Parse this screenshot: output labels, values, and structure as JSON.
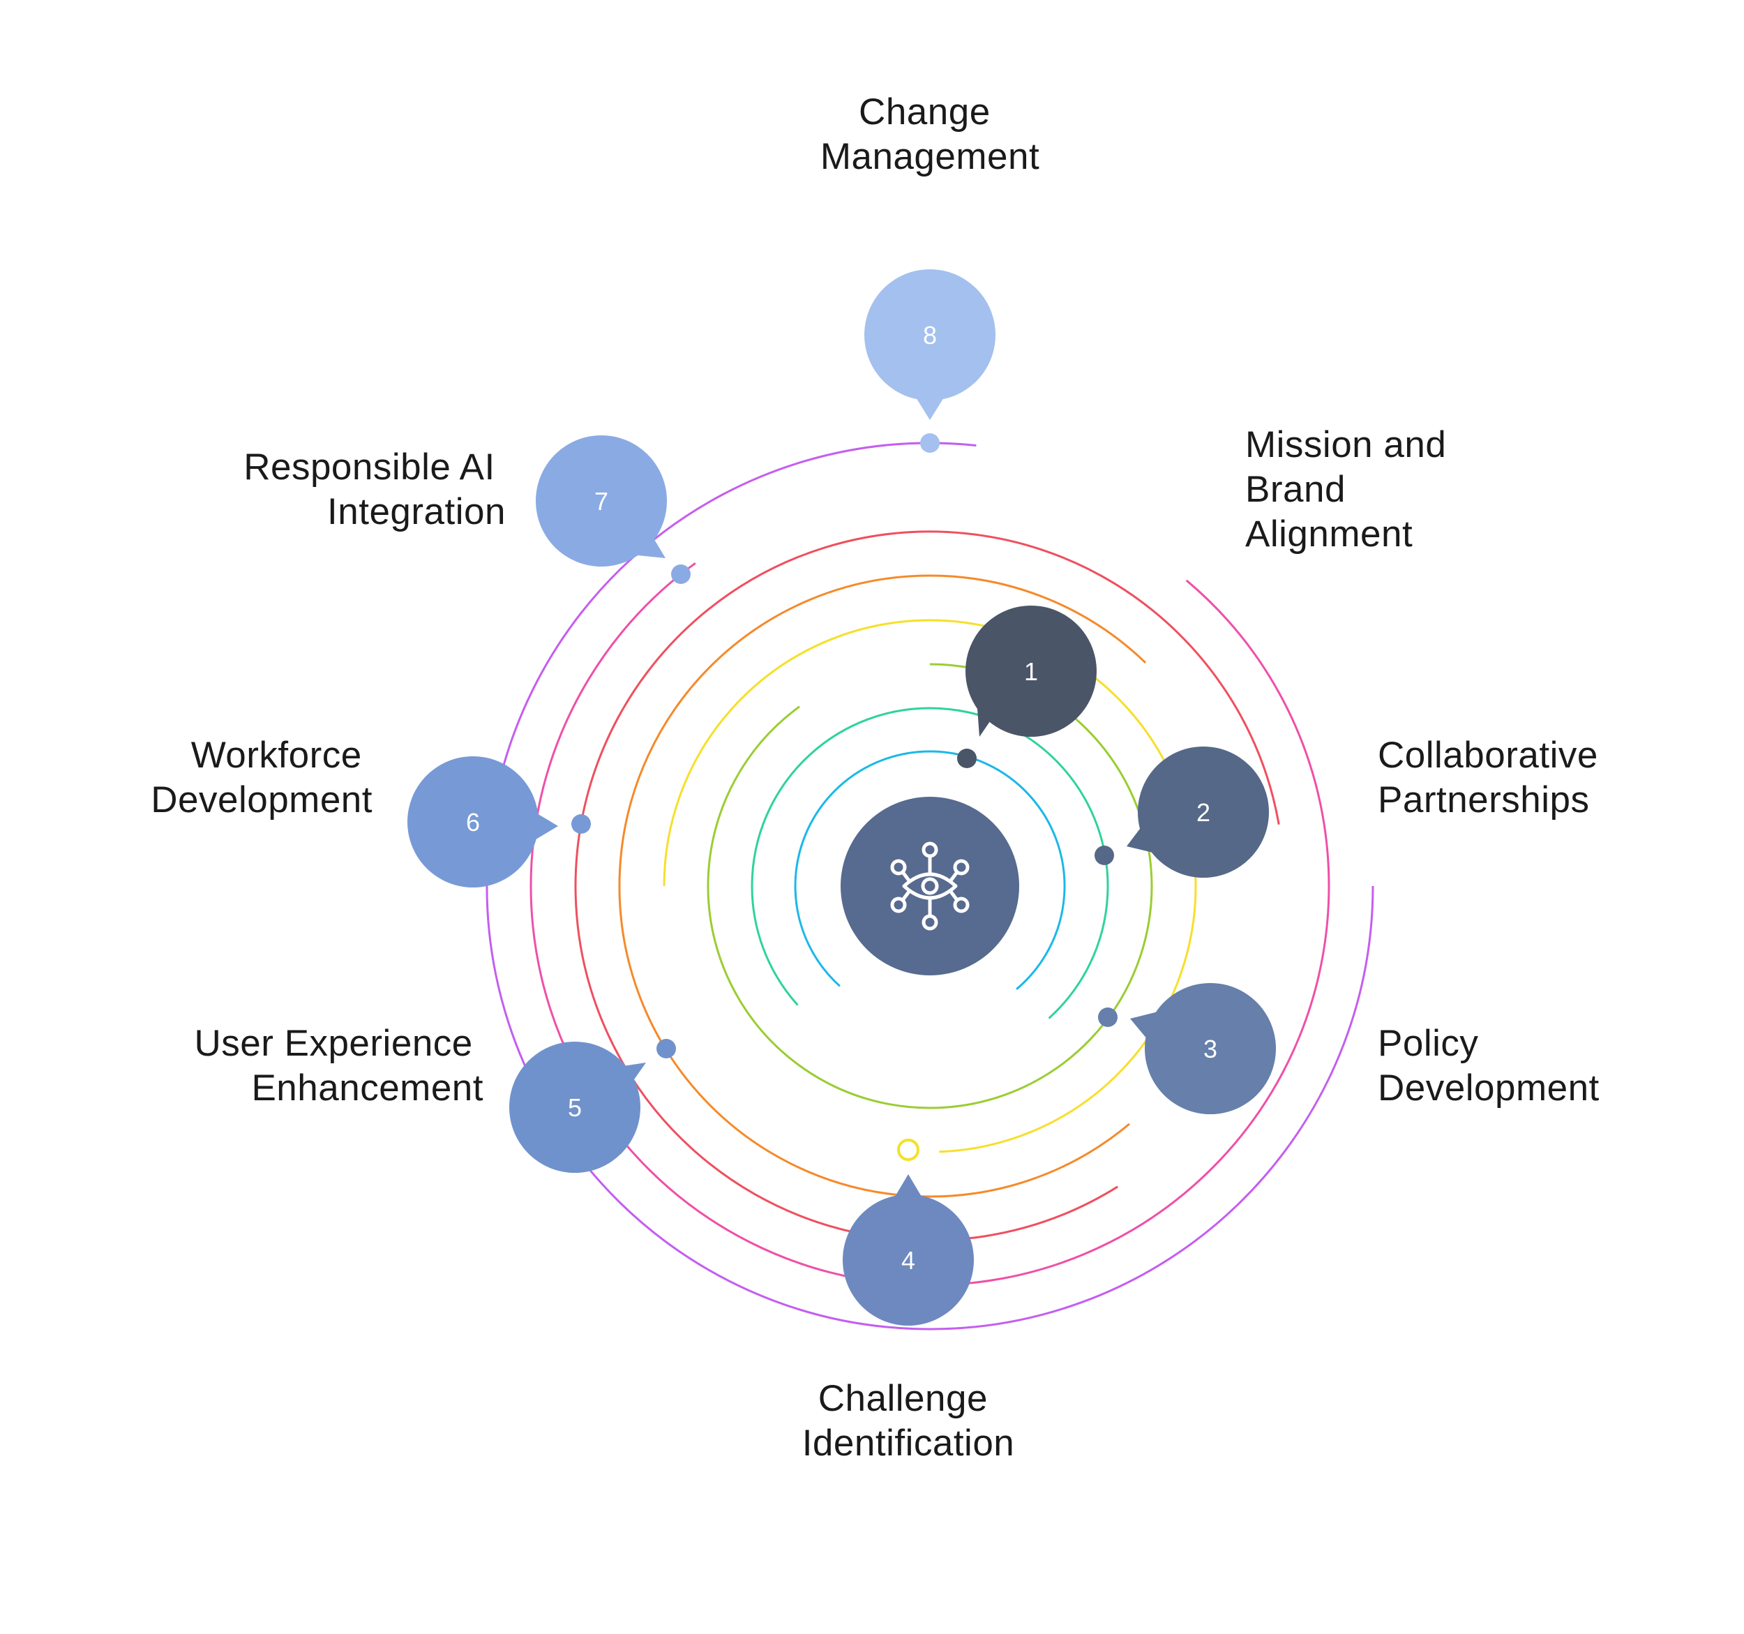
{
  "steps": [
    {
      "number": "1",
      "label_lines": [
        "Mission and",
        "Brand",
        "Alignment"
      ],
      "color": "#4a5568"
    },
    {
      "number": "2",
      "label_lines": [
        "Collaborative",
        "Partnerships"
      ],
      "color": "#556887"
    },
    {
      "number": "3",
      "label_lines": [
        "Policy",
        "Development"
      ],
      "color": "#667fab"
    },
    {
      "number": "4",
      "label_lines": [
        "Challenge",
        "Identification"
      ],
      "color": "#6d89c0"
    },
    {
      "number": "5",
      "label_lines": [
        "User Experience",
        "Enhancement"
      ],
      "color": "#7092cc"
    },
    {
      "number": "6",
      "label_lines": [
        "Workforce",
        "Development"
      ],
      "color": "#779ad6"
    },
    {
      "number": "7",
      "label_lines": [
        "Responsible AI",
        "Integration"
      ],
      "color": "#8aaae3"
    },
    {
      "number": "8",
      "label_lines": [
        "Change",
        "Management"
      ],
      "color": "#a4c0ee"
    }
  ],
  "center_icon": "ai-eye-network-icon",
  "ring_colors": [
    "#1ab8e8",
    "#2fd39a",
    "#9acd32",
    "#f5e02a",
    "#f58a2a",
    "#ef4f5f",
    "#ef4fa8",
    "#c45ef0"
  ],
  "center_color": "#576a8f"
}
